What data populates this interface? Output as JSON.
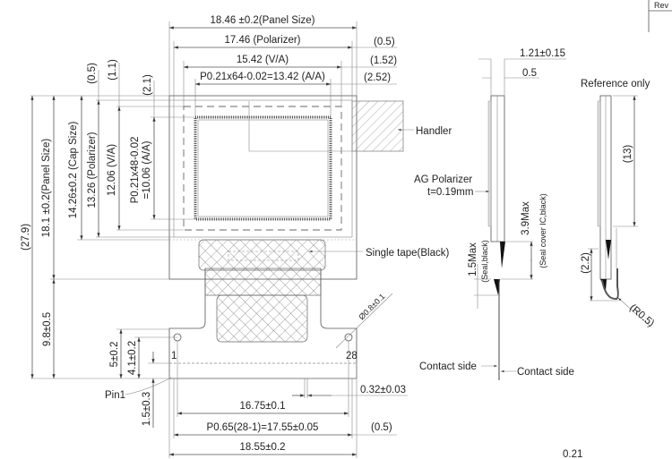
{
  "front_view": {
    "panel_width": "18.46 ±0.2(Panel Size)",
    "polarizer_width": "17.46 (Polarizer)",
    "va_width": "15.42 (V/A)",
    "aa_width": "P0.21x64-0.02=13.42 (A/A)",
    "right_gap_1": "(0.5)",
    "right_gap_2": "(1.52)",
    "right_gap_3": "(2.52)",
    "total_height": "(27.9)",
    "panel_height": "18.1 ±0.2(Panel Size)",
    "cap_height": "14.26±0.2 (Cap Size)",
    "polarizer_height": "13.26 (Polarizer)",
    "va_height": "12.06 (V/A)",
    "aa_height_1": "P0.21x48-0.02",
    "aa_height_2": "=10.06 (A/A)",
    "top_gap_1": "(0.5)",
    "top_gap_2": "(1.1)",
    "top_gap_3": "(2.1)",
    "handler_label": "Handler",
    "tape_label": "Single tape(Black)",
    "hole_dia": "Ø0.8±0.1",
    "fpc_length": "9.8±0.5",
    "hole_to_edge": "5±0.2",
    "hole_to_edge_2": "4.1±0.2",
    "pin_length": "1.5±0.3",
    "pin1_label": "Pin1",
    "pin_first": "1",
    "pin_last": "28",
    "pin_width": "0.32±0.03",
    "hole_pitch": "16.75±0.1",
    "pin_pitch": "P0.65(28-1)=17.55±0.05",
    "pin_edge_gap": "(0.5)",
    "fpc_width": "18.55±0.2"
  },
  "side_view": {
    "thickness": "1.21±0.15",
    "glass": "0.5",
    "polarizer_label": "AG Polarizer",
    "polarizer_thickness": "t=0.19mm",
    "seal_max": "1.5Max",
    "seal_note": "(Seal,black)",
    "ic_max": "3.9Max",
    "ic_note": "(Seal cover IC,black)",
    "contact_side_left": "Contact side",
    "contact_side_right": "Contact side"
  },
  "reference_view": {
    "title": "Reference only",
    "length": "(13)",
    "bend_height": "(2.2)",
    "bend_radius": "(R0.5)"
  },
  "revision_table": {
    "header": "Rev"
  },
  "footer_value": "0.21"
}
